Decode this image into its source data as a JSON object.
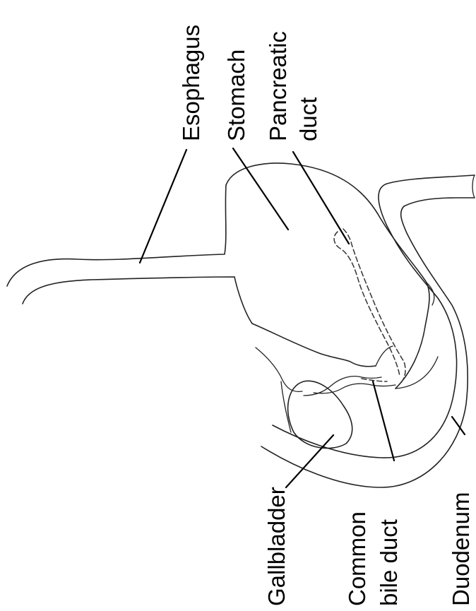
{
  "labels": {
    "esophagus": "Esophagus",
    "stomach": "Stomach",
    "pancreatic_duct_line1": "Pancreatic",
    "pancreatic_duct_line2": "duct",
    "gallbladder": "Gallbladder",
    "common_bile_duct_line1": "Common",
    "common_bile_duct_line2": "bile duct",
    "duodenum": "Duodenum"
  },
  "colors": {
    "outline": "#222222",
    "text": "#000000",
    "background": "#ffffff"
  }
}
